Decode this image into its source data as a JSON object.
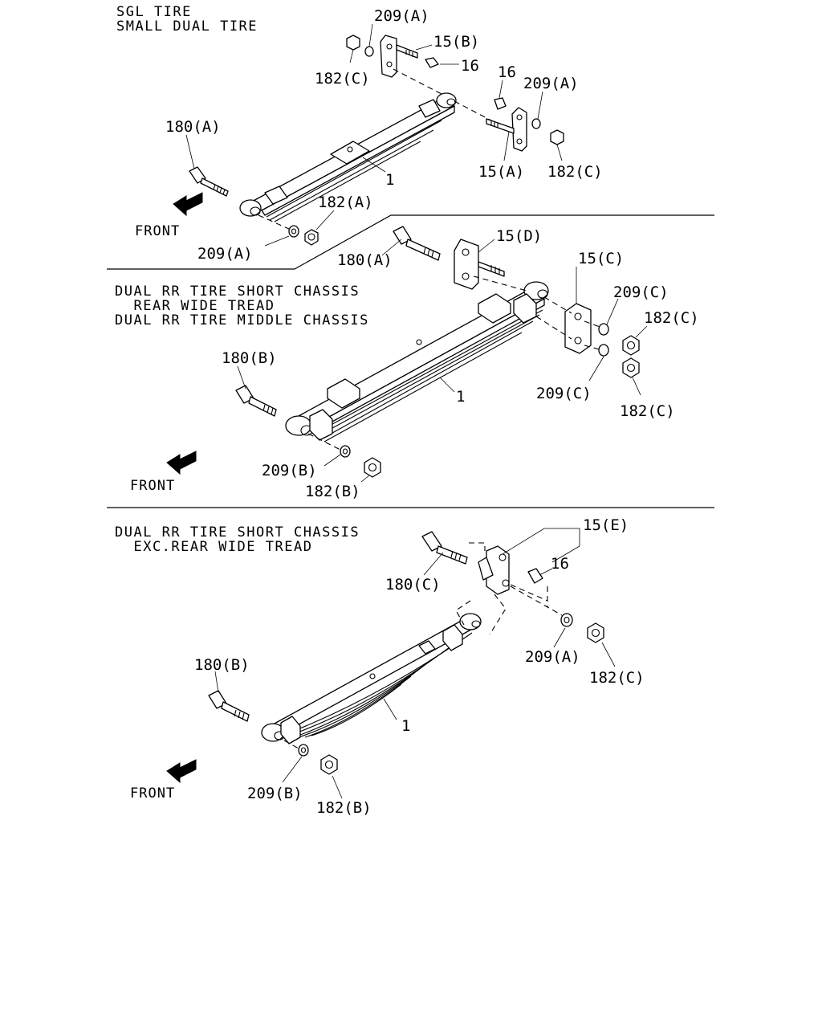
{
  "sections": [
    {
      "header": [
        "SGL TIRE",
        "SMALL DUAL TIRE"
      ],
      "front": "FRONT",
      "labels": {
        "p209a_top": "209(A)",
        "p15b": "15(B)",
        "p16_top": "16",
        "p182c_top": "182(C)",
        "p16_right": "16",
        "p209a_right": "209(A)",
        "p180a": "180(A)",
        "p1": "1",
        "p15a": "15(A)",
        "p182c_right": "182(C)",
        "p182a": "182(A)",
        "p209a_bottom": "209(A)"
      }
    },
    {
      "header": [
        "DUAL RR TIRE SHORT CHASSIS",
        "  REAR WIDE TREAD",
        "DUAL RR TIRE MIDDLE CHASSIS"
      ],
      "front": "FRONT",
      "labels": {
        "p15d": "15(D)",
        "p180a": "180(A)",
        "p15c": "15(C)",
        "p209c_top": "209(C)",
        "p182c_top": "182(C)",
        "p180b": "180(B)",
        "p1": "1",
        "p209c_bottom": "209(C)",
        "p182c_bottom": "182(C)",
        "p209b": "209(B)",
        "p182b": "182(B)"
      }
    },
    {
      "header": [
        "DUAL RR TIRE SHORT CHASSIS",
        "  EXC.REAR WIDE TREAD"
      ],
      "front": "FRONT",
      "labels": {
        "p15e": "15(E)",
        "p16": "16",
        "p180c": "180(C)",
        "p209a": "209(A)",
        "p182c": "182(C)",
        "p180b": "180(B)",
        "p1": "1",
        "p209b": "209(B)",
        "p182b": "182(B)"
      }
    }
  ]
}
